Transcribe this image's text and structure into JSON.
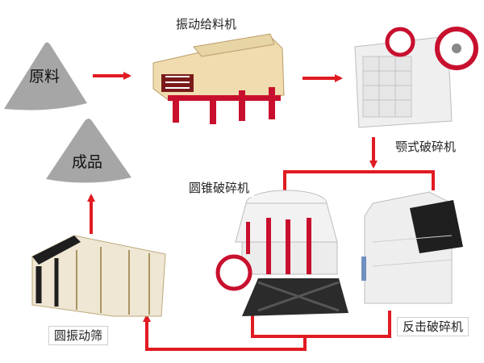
{
  "colors": {
    "flow_arrow": "#e11b22",
    "pile": "#a6a6a6",
    "machine_body": "#efefef",
    "machine_frame": "#c8102e"
  },
  "raw_material": {
    "label": "原料"
  },
  "finished_product": {
    "label": "成品"
  },
  "machines": {
    "vibrating_feeder": {
      "label": "振动给料机"
    },
    "jaw_crusher": {
      "label": "颚式破碎机"
    },
    "cone_crusher": {
      "label": "圆锥破碎机"
    },
    "impact_crusher": {
      "label": "反击破碎机"
    },
    "vibrating_screen": {
      "label": "圆振动筛"
    }
  }
}
